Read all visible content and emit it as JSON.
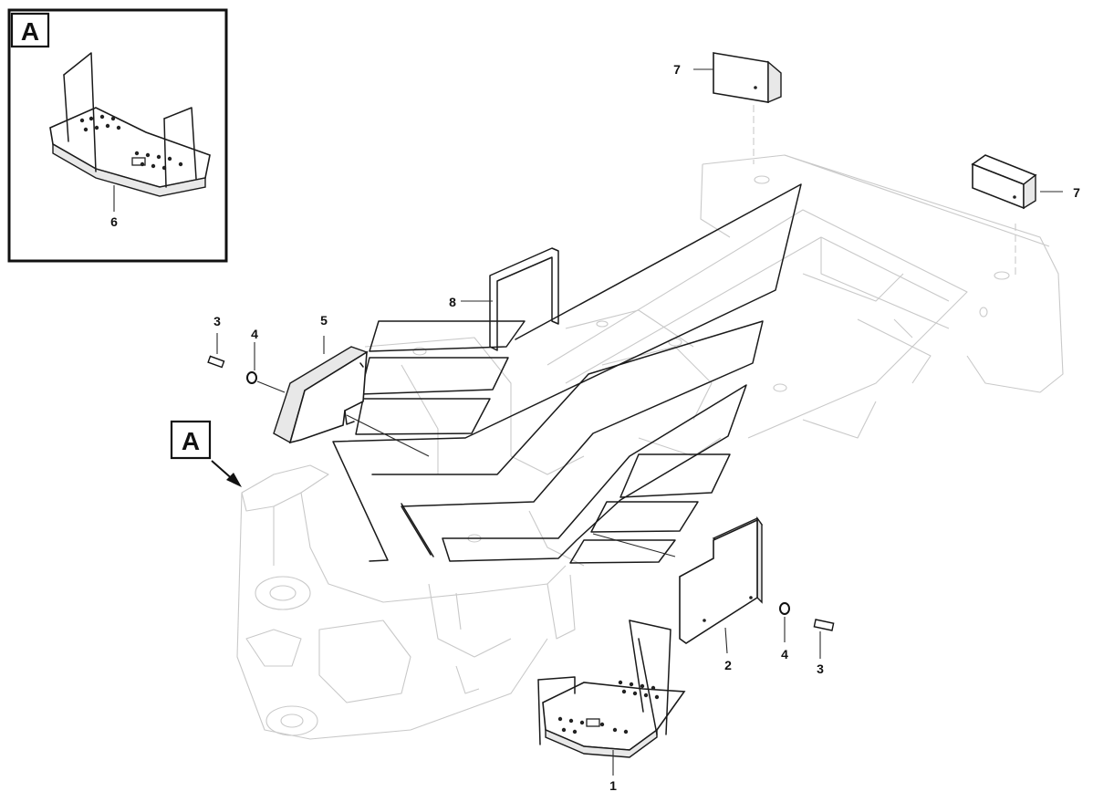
{
  "detail_view": {
    "label": "A",
    "callout": "6"
  },
  "view_marker": {
    "label": "A"
  },
  "callouts": {
    "plate_left": "5",
    "bolt_left": "3",
    "washer_left": "4",
    "handle": "8",
    "block_top": "7",
    "block_right": "7",
    "plate_right": "2",
    "washer_right": "4",
    "bolt_right": "3",
    "step_bottom": "1"
  }
}
